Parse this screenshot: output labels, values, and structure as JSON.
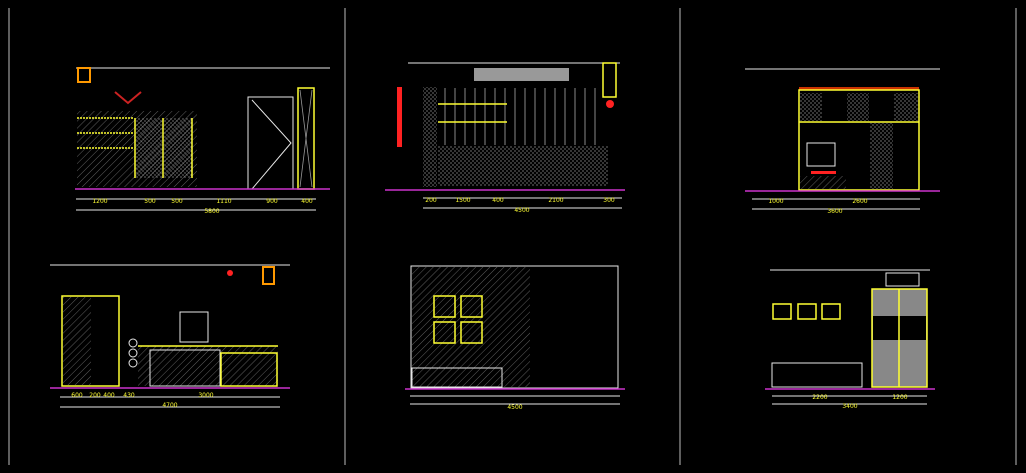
{
  "colors": {
    "background": "#000000",
    "outline": "#ffff33",
    "lines": "#e8e8e8",
    "floor": "#cc33cc",
    "accent": "#ff2222"
  },
  "panels": [
    {
      "id": "elevation-1",
      "dims": [
        "1200",
        "500",
        "500",
        "1110",
        "900",
        "400"
      ],
      "total": "5800"
    },
    {
      "id": "elevation-2",
      "dims": [
        "600",
        "200",
        "400",
        "430",
        "3000"
      ],
      "total": "4700"
    },
    {
      "id": "elevation-3",
      "dims": [
        "200",
        "1500",
        "400",
        "2100",
        "300"
      ],
      "total": "4500"
    },
    {
      "id": "elevation-4",
      "dims": [
        "1000",
        "2600"
      ],
      "total": "3600"
    },
    {
      "id": "elevation-5",
      "dims": [
        "4500"
      ],
      "total": "4500"
    },
    {
      "id": "elevation-6",
      "dims": [
        "2200",
        "1200"
      ],
      "total": "3400"
    }
  ]
}
